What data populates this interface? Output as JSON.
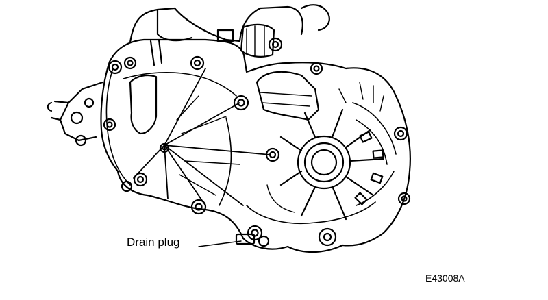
{
  "diagram": {
    "subject": "transaxle-housing-line-drawing",
    "callout": {
      "text": "Drain plug"
    },
    "figure_code": "E43008A"
  },
  "colors": {
    "ink": "#000000",
    "paper": "#ffffff"
  }
}
